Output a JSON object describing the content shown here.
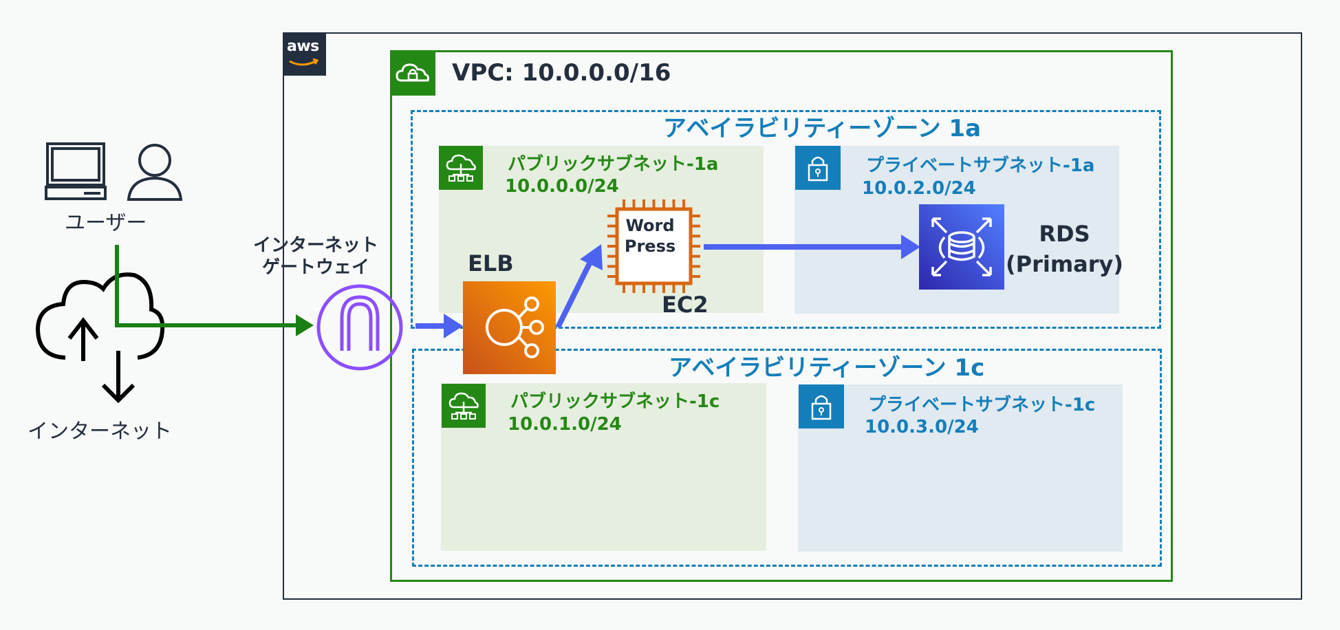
{
  "vpc": {
    "title": "VPC: 10.0.0.0/16"
  },
  "zones": [
    {
      "title": "アベイラビリティーゾーン 1a",
      "public_subnet": {
        "name": "パブリックサブネット-1a",
        "cidr": "10.0.0.0/24"
      },
      "private_subnet": {
        "name": "プライベートサブネット-1a",
        "cidr": "10.0.2.0/24"
      }
    },
    {
      "title": "アベイラビリティーゾーン 1c",
      "public_subnet": {
        "name": "パブリックサブネット-1c",
        "cidr": "10.0.1.0/24"
      },
      "private_subnet": {
        "name": "プライベートサブネット-1c",
        "cidr": "10.0.3.0/24"
      }
    }
  ],
  "nodes": {
    "aws_logo": "aws",
    "user": "ユーザー",
    "internet": "インターネット",
    "igw_line1": "インターネット",
    "igw_line2": "ゲートウェイ",
    "elb": "ELB",
    "ec2": "EC2",
    "ec2_chip_line1": "Word",
    "ec2_chip_line2": "Press",
    "rds_line1": "RDS",
    "rds_line2": "(Primary)"
  },
  "colors": {
    "aws_dark": "#232f3e",
    "vpc_green": "#248814",
    "az_blue": "#147eba",
    "flow_blue": "#4d63f0",
    "flow_green": "#1a7f14",
    "elb_orange": "#e8751a",
    "ec2_orange": "#d86613",
    "rds_indigo": "#3334b9",
    "igw_purple": "#8c4fff"
  },
  "icons": [
    "aws-logo",
    "vpc-icon",
    "public-subnet-icon",
    "private-subnet-icon",
    "laptop-icon",
    "user-icon",
    "internet-cloud-icon",
    "internet-gateway-icon",
    "elb-icon",
    "ec2-chip-icon",
    "rds-icon"
  ]
}
